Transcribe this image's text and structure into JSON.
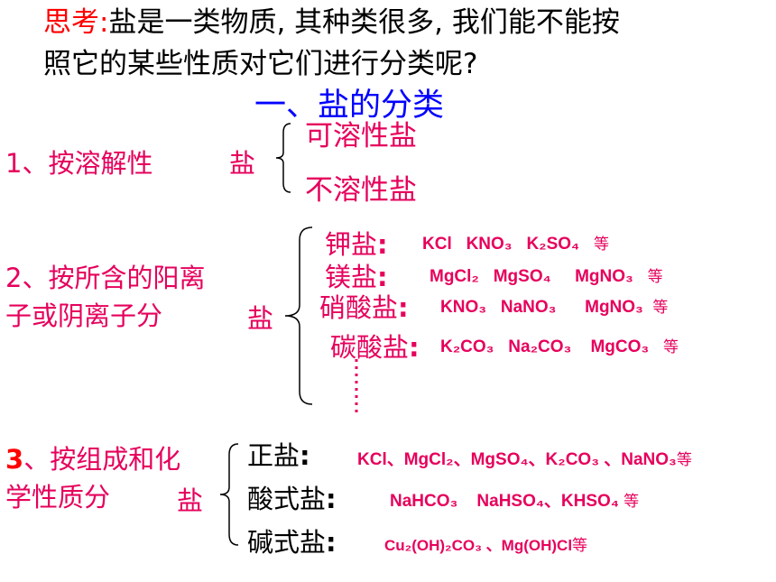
{
  "question": {
    "label": "思考",
    "colon": ":",
    "line1": "盐是一类物质, 其种类很多, 我们能不能按",
    "line2": "照它的某些性质对它们进行分类呢?"
  },
  "heading": "一、盐的分类",
  "section1": {
    "label": "1、按溶解性",
    "salt": "盐",
    "items": [
      "可溶性盐",
      "不溶性盐"
    ]
  },
  "section2": {
    "label_line1": "2、按所含的阳离",
    "label_line2": "子或阴离子分",
    "salt": "盐",
    "rows": [
      {
        "name": "钾盐",
        "colon": ":",
        "formulas": [
          "KCl",
          "KNO₃",
          "K₂SO₄"
        ],
        "suffix": "等"
      },
      {
        "name": "镁盐",
        "colon": ":",
        "formulas": [
          "MgCl₂",
          "MgSO₄",
          "MgNO₃"
        ],
        "suffix": "等"
      },
      {
        "name": "硝酸盐",
        "colon": ":",
        "formulas": [
          "KNO₃",
          "NaNO₃",
          "MgNO₃"
        ],
        "suffix": "等"
      },
      {
        "name": "碳酸盐",
        "colon": ":",
        "formulas": [
          "K₂CO₃",
          "Na₂CO₃",
          "MgCO₃"
        ],
        "suffix": "等"
      }
    ]
  },
  "section3": {
    "label_num": "3",
    "label_line1": "、按组成和化",
    "label_line2": "学性质分",
    "salt": "盐",
    "rows": [
      {
        "name": "正盐",
        "colon": ":",
        "formulas": "KCl、MgCl₂、MgSO₄、K₂CO₃ 、NaNO₃",
        "suffix": "等"
      },
      {
        "name": "酸式盐",
        "colon": ":",
        "formulas": "NaHCO₃    NaHSO₄、KHSO₄",
        "suffix": "等"
      },
      {
        "name": "碱式盐",
        "colon": ":",
        "formulas": "Cu₂(OH)₂CO₃ 、Mg(OH)Cl",
        "suffix": "等"
      }
    ]
  },
  "colors": {
    "pink": "#e6005c",
    "red": "#ff0000",
    "blue": "#0000ff",
    "black": "#000000"
  }
}
